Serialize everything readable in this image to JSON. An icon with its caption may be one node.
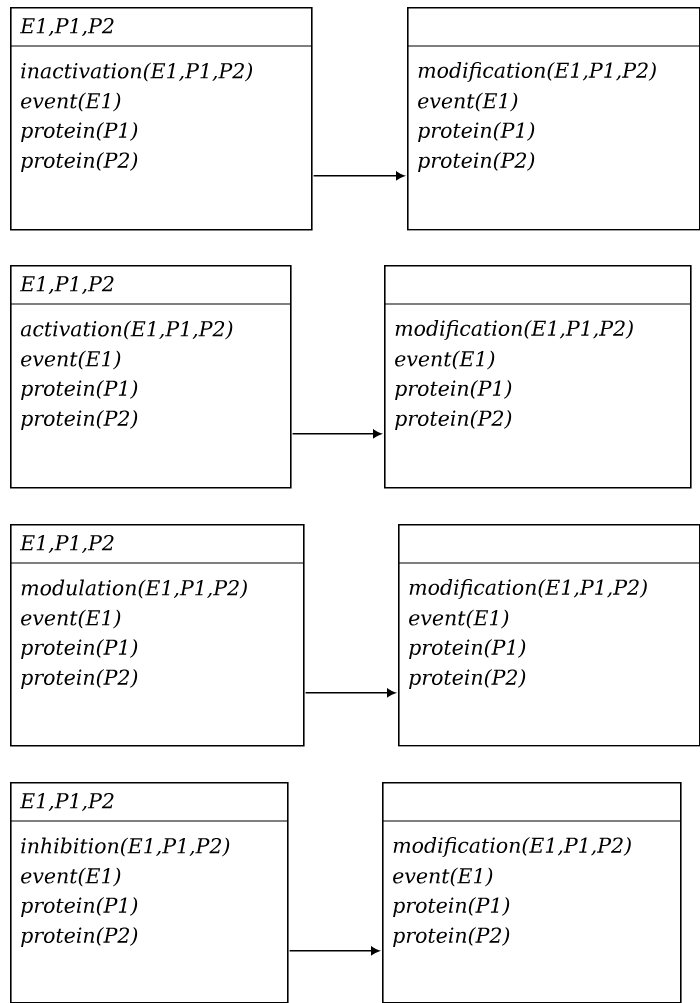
{
  "diagram": {
    "nodes": [
      {
        "text": [
          "E1,P1,P2",
          "inactivation(E1,P1,P2)",
          "event(E1)",
          "protein(P1)",
          "protein(P2)"
        ]
      },
      {
        "text": [
          "modification(E1,P1,P2)",
          "event(E1)",
          "protein(P1)",
          "protein(P2)"
        ]
      },
      {
        "text": [
          "E1,P1,P2",
          "activation(E1,P1,P2)",
          "event(E1)",
          "protein(P1)",
          "protein(P2)"
        ]
      },
      {
        "text": [
          "modification(E1,P1,P2)",
          "event(E1)",
          "protein(P1)",
          "protein(P2)"
        ]
      },
      {
        "text": [
          "E1,P1,P2",
          "modulation(E1,P1,P2)",
          "event(E1)",
          "protein(P1)",
          "protein(P2)"
        ]
      },
      {
        "text": [
          "modification(E1,P1,P2)",
          "event(E1)",
          "protein(P1)",
          "protein(P2)"
        ]
      },
      {
        "text": [
          "E1,P1,P2",
          "inhibition(E1,P1,P2)",
          "event(E1)",
          "protein(P1)",
          "protein(P2)"
        ]
      },
      {
        "text": [
          "modification(E1,P1,P2)",
          "event(E1)",
          "protein(P1)",
          "protein(P2)"
        ]
      }
    ],
    "edges": [
      {
        "from": 0,
        "to": 1,
        "arrow": "to"
      },
      {
        "from": 2,
        "to": 3,
        "arrow": "to"
      },
      {
        "from": 4,
        "to": 5,
        "arrow": "to"
      },
      {
        "from": 6,
        "to": 7,
        "arrow": "to"
      }
    ]
  }
}
